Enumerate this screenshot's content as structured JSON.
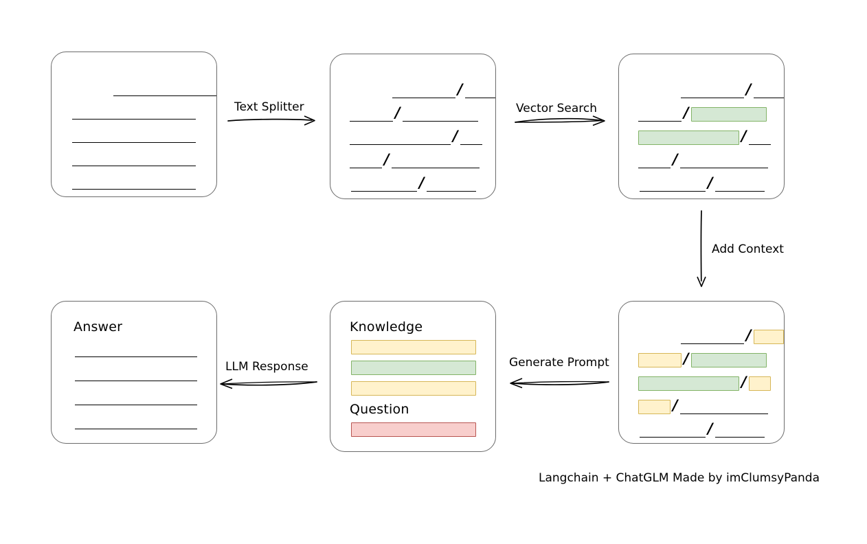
{
  "diagram": {
    "caption": "Langchain + ChatGLM Made by imClumsyPanda",
    "colors": {
      "green_fill": "#d5e8d4",
      "green_stroke": "#82b366",
      "yellow_fill": "#fff2cc",
      "yellow_stroke": "#d6b656",
      "red_fill": "#f8cecc",
      "red_stroke": "#b85450",
      "box_stroke": "#6b6b6b",
      "line_stroke": "#000000"
    },
    "arrows": [
      {
        "name": "text-splitter",
        "label": "Text Splitter",
        "direction": "right"
      },
      {
        "name": "vector-search",
        "label": "Vector Search",
        "direction": "right"
      },
      {
        "name": "add-context",
        "label": "Add Context",
        "direction": "down"
      },
      {
        "name": "generate-prompt",
        "label": "Generate Prompt",
        "direction": "left"
      },
      {
        "name": "llm-response",
        "label": "LLM Response",
        "direction": "left"
      }
    ],
    "boxes": {
      "source_document": {
        "name": "source-document",
        "rows": [
          {
            "segments": [
              {
                "type": "indent",
                "w": 60
              },
              {
                "type": "plain",
                "w": 155
              }
            ]
          },
          {
            "segments": [
              {
                "type": "plain",
                "w": 180
              }
            ]
          },
          {
            "segments": [
              {
                "type": "plain",
                "w": 180
              }
            ]
          },
          {
            "segments": [
              {
                "type": "plain",
                "w": 180
              }
            ]
          },
          {
            "segments": [
              {
                "type": "plain",
                "w": 180
              }
            ]
          }
        ]
      },
      "split_document": {
        "name": "split-document",
        "rows": [
          {
            "segments": [
              {
                "type": "indent",
                "w": 62
              },
              {
                "type": "plain",
                "w": 93
              },
              {
                "type": "slash"
              },
              {
                "type": "plain",
                "w": 45
              }
            ]
          },
          {
            "segments": [
              {
                "type": "plain",
                "w": 63
              },
              {
                "type": "slash"
              },
              {
                "type": "plain",
                "w": 110
              }
            ]
          },
          {
            "segments": [
              {
                "type": "plain",
                "w": 147
              },
              {
                "type": "slash"
              },
              {
                "type": "plain",
                "w": 32
              }
            ]
          },
          {
            "segments": [
              {
                "type": "plain",
                "w": 47
              },
              {
                "type": "slash"
              },
              {
                "type": "plain",
                "w": 128
              }
            ]
          },
          {
            "segments": [
              {
                "type": "indent",
                "w": 2
              },
              {
                "type": "plain",
                "w": 96
              },
              {
                "type": "slash"
              },
              {
                "type": "plain",
                "w": 72
              }
            ]
          }
        ]
      },
      "matched_document": {
        "name": "matched-document",
        "rows": [
          {
            "segments": [
              {
                "type": "indent",
                "w": 62
              },
              {
                "type": "plain",
                "w": 93
              },
              {
                "type": "slash"
              },
              {
                "type": "plain",
                "w": 45
              }
            ]
          },
          {
            "segments": [
              {
                "type": "plain",
                "w": 63
              },
              {
                "type": "slash"
              },
              {
                "type": "green",
                "w": 110
              }
            ]
          },
          {
            "segments": [
              {
                "type": "green",
                "w": 147
              },
              {
                "type": "slash"
              },
              {
                "type": "plain",
                "w": 32
              }
            ]
          },
          {
            "segments": [
              {
                "type": "plain",
                "w": 47
              },
              {
                "type": "slash"
              },
              {
                "type": "plain",
                "w": 128
              }
            ]
          },
          {
            "segments": [
              {
                "type": "indent",
                "w": 2
              },
              {
                "type": "plain",
                "w": 96
              },
              {
                "type": "slash"
              },
              {
                "type": "plain",
                "w": 72
              }
            ]
          }
        ]
      },
      "context_document": {
        "name": "context-document",
        "rows": [
          {
            "segments": [
              {
                "type": "indent",
                "w": 62
              },
              {
                "type": "plain",
                "w": 93
              },
              {
                "type": "slash"
              },
              {
                "type": "yellow",
                "w": 45
              }
            ]
          },
          {
            "segments": [
              {
                "type": "yellow",
                "w": 63
              },
              {
                "type": "slash"
              },
              {
                "type": "green",
                "w": 110
              }
            ]
          },
          {
            "segments": [
              {
                "type": "green",
                "w": 147
              },
              {
                "type": "slash"
              },
              {
                "type": "yellow",
                "w": 32
              }
            ]
          },
          {
            "segments": [
              {
                "type": "yellow",
                "w": 47
              },
              {
                "type": "slash"
              },
              {
                "type": "plain",
                "w": 128
              }
            ]
          },
          {
            "segments": [
              {
                "type": "indent",
                "w": 2
              },
              {
                "type": "plain",
                "w": 96
              },
              {
                "type": "slash"
              },
              {
                "type": "plain",
                "w": 72
              }
            ]
          }
        ]
      },
      "prompt": {
        "name": "prompt-card",
        "knowledge_label": "Knowledge",
        "question_label": "Question",
        "knowledge_bars": [
          {
            "color": "yellow"
          },
          {
            "color": "green"
          },
          {
            "color": "yellow"
          }
        ],
        "question_bars": [
          {
            "color": "red"
          }
        ]
      },
      "answer": {
        "name": "answer-card",
        "heading": "Answer",
        "lines": 4
      }
    }
  }
}
